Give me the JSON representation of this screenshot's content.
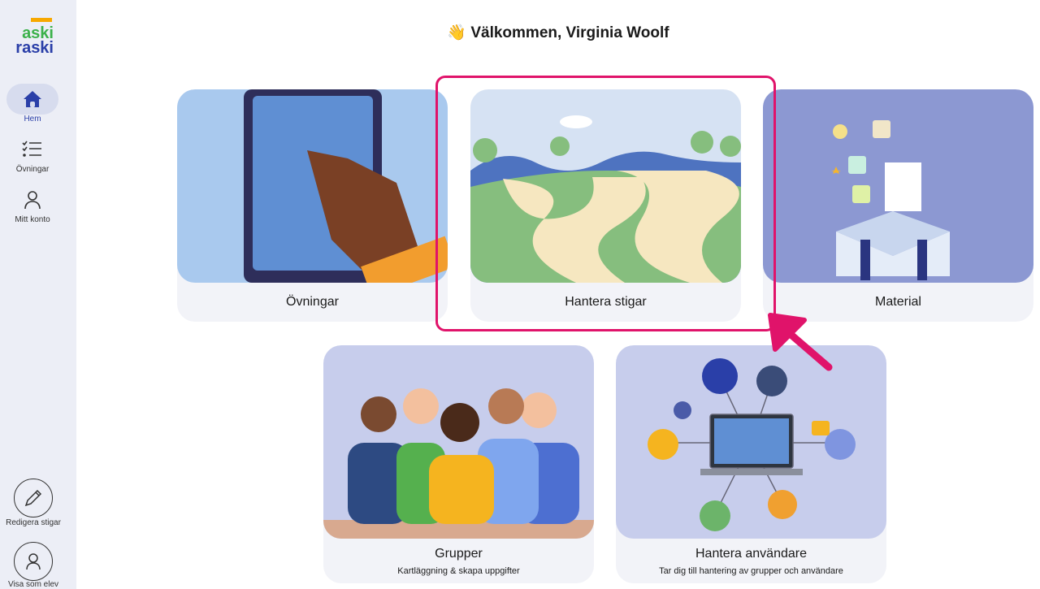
{
  "logo": {
    "line1": "aski",
    "line2": "raski"
  },
  "sidebar": {
    "items": [
      {
        "label": "Hem",
        "icon": "home-icon"
      },
      {
        "label": "Övningar",
        "icon": "checklist-icon"
      },
      {
        "label": "Mitt konto",
        "icon": "user-icon"
      }
    ],
    "bottom": [
      {
        "label": "Redigera stigar",
        "icon": "pencil-icon"
      },
      {
        "label": "Visa som elev",
        "icon": "student-icon"
      }
    ]
  },
  "header": {
    "title": "Välkommen, Virginia Woolf",
    "icon": "waving-hand-icon"
  },
  "cards": [
    {
      "label": "Övningar"
    },
    {
      "label": "Hantera stigar"
    },
    {
      "label": "Material"
    },
    {
      "label": "Grupper",
      "sub": "Kartläggning & skapa uppgifter"
    },
    {
      "label": "Hantera användare",
      "sub": "Tar dig till hantering av grupper och användare"
    }
  ],
  "colors": {
    "highlight": "#e0136a",
    "accent": "#2a3fa8"
  }
}
